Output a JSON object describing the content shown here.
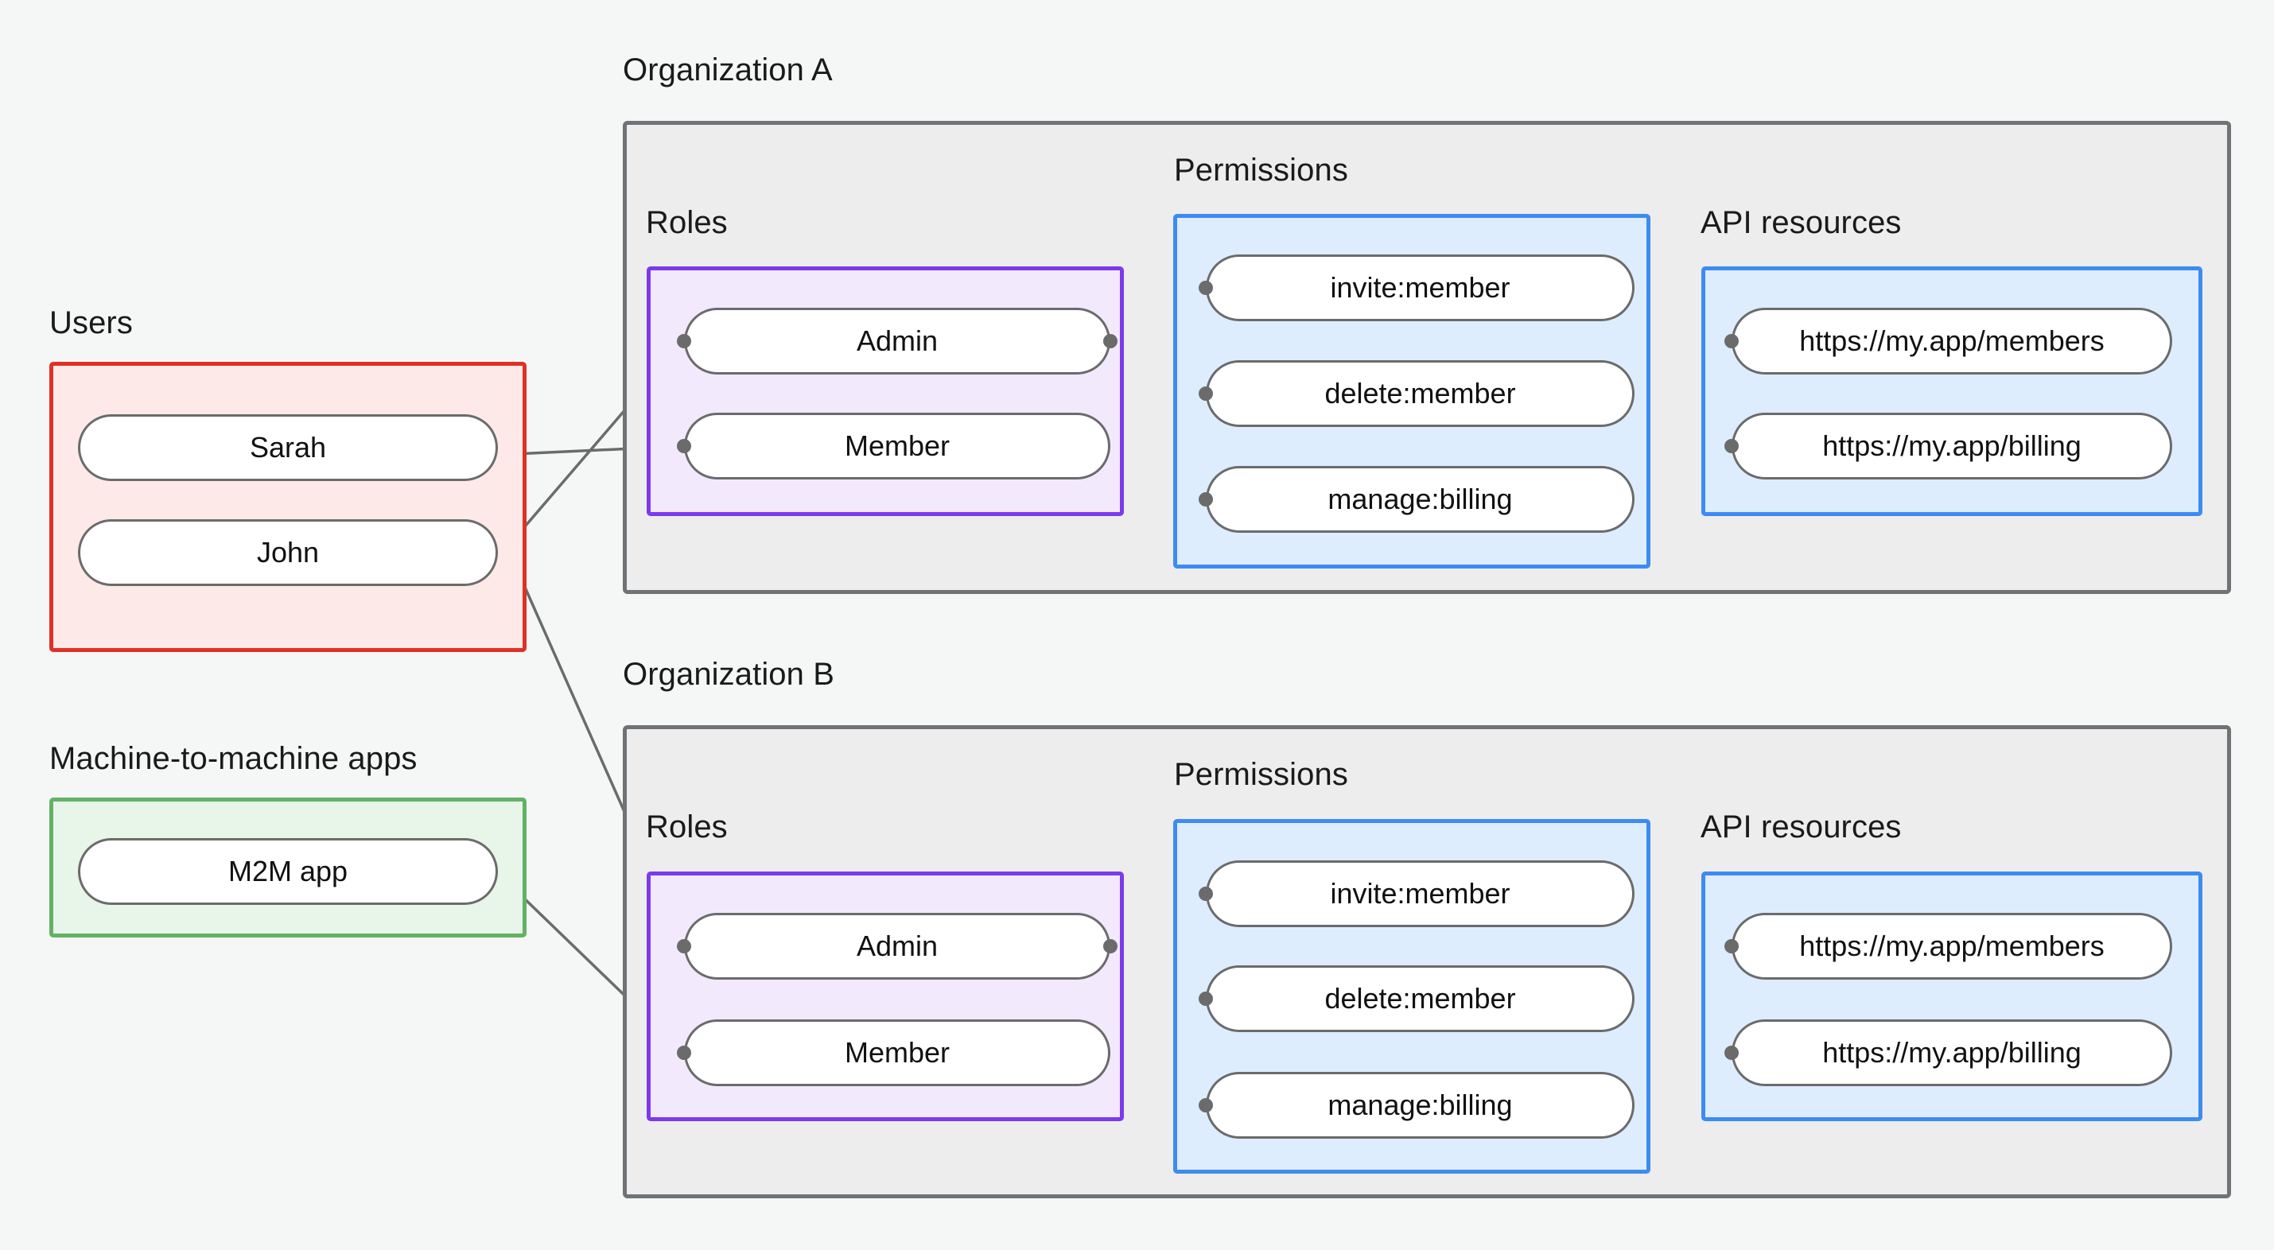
{
  "diagram": {
    "title_organization_a": "Organization A",
    "title_organization_b": "Organization B",
    "label_users": "Users",
    "label_m2m": "Machine-to-machine apps",
    "label_roles": "Roles",
    "label_permissions": "Permissions",
    "label_api_resources": "API resources"
  },
  "users": {
    "items": [
      {
        "label": "Sarah"
      },
      {
        "label": "John"
      }
    ]
  },
  "m2m_apps": {
    "items": [
      {
        "label": "M2M app"
      }
    ]
  },
  "org_a": {
    "name": "Organization A",
    "roles": [
      {
        "label": "Admin"
      },
      {
        "label": "Member"
      }
    ],
    "permissions": [
      {
        "label": "invite:member"
      },
      {
        "label": "delete:member"
      },
      {
        "label": "manage:billing"
      }
    ],
    "api_resources": [
      {
        "label": "https://my.app/members"
      },
      {
        "label": "https://my.app/billing"
      }
    ]
  },
  "org_b": {
    "name": "Organization B",
    "roles": [
      {
        "label": "Admin"
      },
      {
        "label": "Member"
      }
    ],
    "permissions": [
      {
        "label": "invite:member"
      },
      {
        "label": "delete:member"
      },
      {
        "label": "manage:billing"
      }
    ],
    "api_resources": [
      {
        "label": "https://my.app/members"
      },
      {
        "label": "https://my.app/billing"
      }
    ]
  },
  "connections": [
    {
      "from": "Sarah",
      "to": "Organization A / Member"
    },
    {
      "from": "John",
      "to": "Organization A / Admin"
    },
    {
      "from": "John",
      "to": "Organization B / Admin"
    },
    {
      "from": "M2M app",
      "to": "Organization B / Member"
    },
    {
      "from": "Organization A / Admin",
      "to": "Organization A / invite:member"
    },
    {
      "from": "Organization A / Admin",
      "to": "Organization A / delete:member"
    },
    {
      "from": "Organization A / Member",
      "to": "Organization A / manage:billing"
    },
    {
      "from": "Organization A / invite:member",
      "to": "Organization A / https://my.app/members"
    },
    {
      "from": "Organization A / delete:member",
      "to": "Organization A / https://my.app/members"
    },
    {
      "from": "Organization A / manage:billing",
      "to": "Organization A / https://my.app/billing"
    },
    {
      "from": "Organization B / Admin",
      "to": "Organization B / invite:member"
    },
    {
      "from": "Organization B / Admin",
      "to": "Organization B / delete:member"
    },
    {
      "from": "Organization B / Member",
      "to": "Organization B / manage:billing"
    },
    {
      "from": "Organization B / invite:member",
      "to": "Organization B / https://my.app/members"
    },
    {
      "from": "Organization B / delete:member",
      "to": "Organization B / https://my.app/members"
    },
    {
      "from": "Organization B / manage:billing",
      "to": "Organization B / https://my.app/billing"
    }
  ],
  "colors": {
    "background": "#f5f7f7",
    "users_border": "#e03127",
    "users_fill": "#fdeae8",
    "m2m_border": "#62b265",
    "m2m_fill": "#e8f5e9",
    "roles_border": "#7c3aed",
    "roles_fill": "#f2e9fc",
    "blue_border": "#3d8bf2",
    "blue_fill": "#ddedfd",
    "org_border": "#6f7376",
    "org_fill": "#ededed",
    "node_border": "#6b6b6b",
    "node_fill": "#ffffff",
    "edge": "#6b6b6b",
    "text": "#1a1a1a"
  }
}
